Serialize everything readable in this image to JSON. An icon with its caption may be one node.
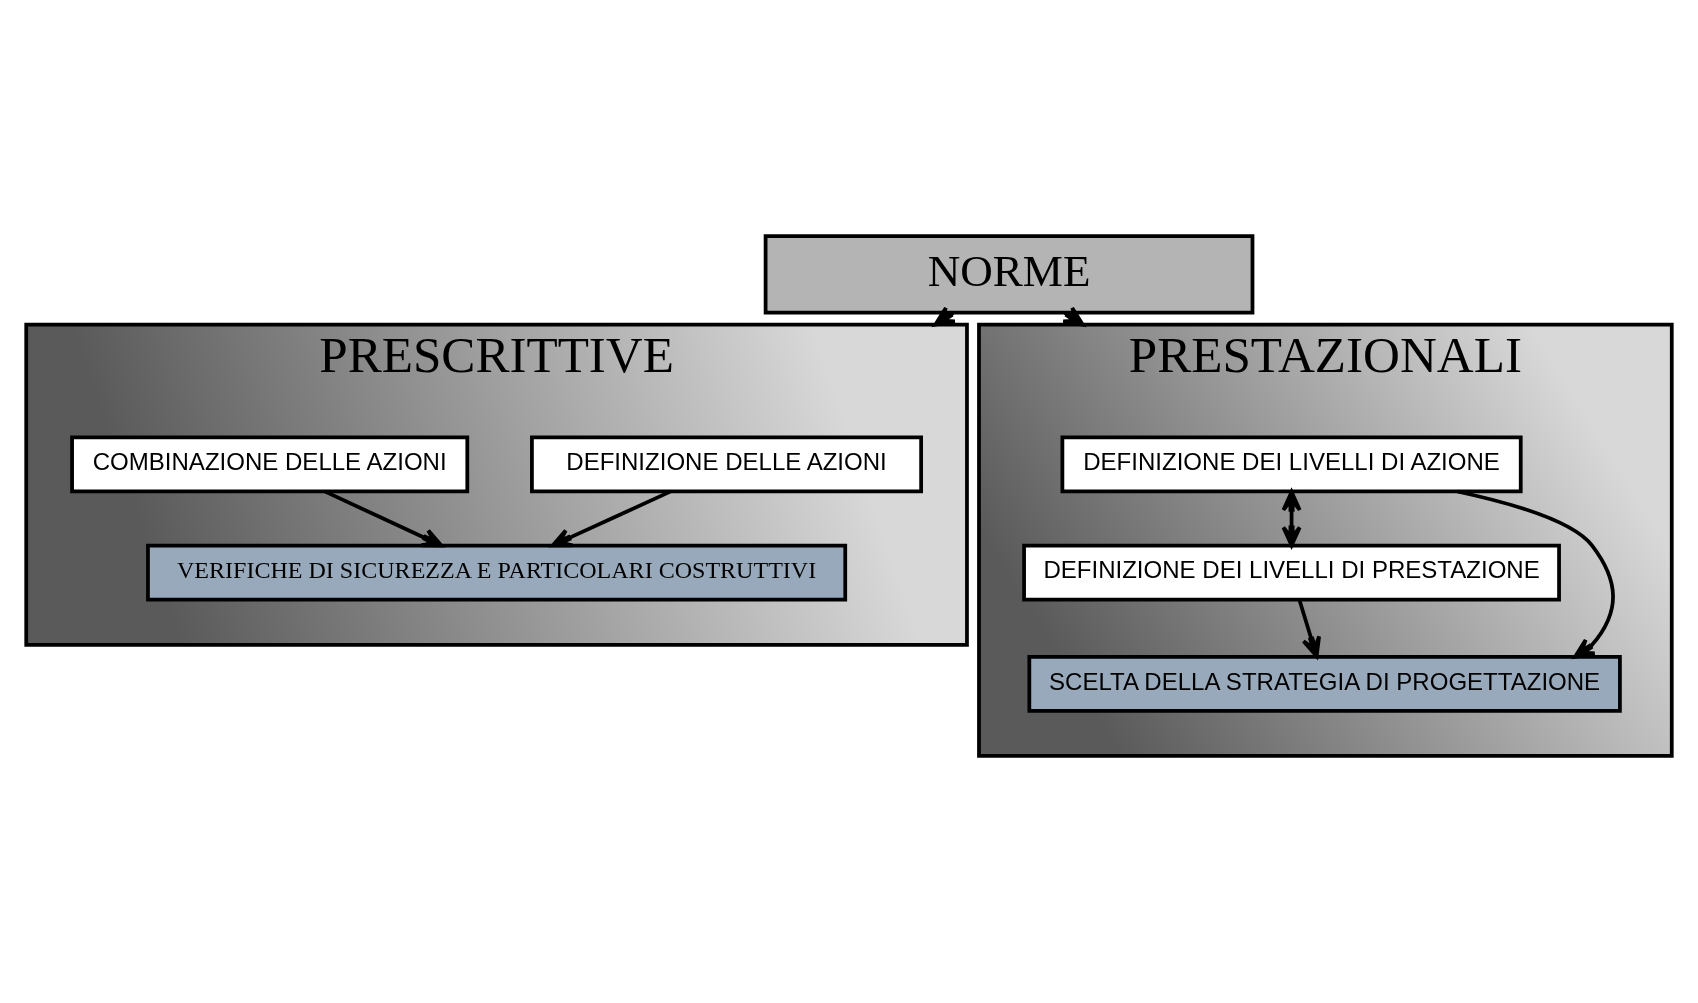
{
  "diagram": {
    "nodes": [
      {
        "text": [
          "NORME"
        ]
      },
      {
        "text": [
          "PRESCRITTIVE"
        ]
      },
      {
        "text": [
          "DEFINIZIONE DELLE AZIONI"
        ],
        "in": 1
      },
      {
        "text": [
          "COMBINAZIONE DELLE AZIONI"
        ],
        "in": 1
      },
      {
        "text": [
          "VERIFICHE DI SICUREZZA E PARTICOLARI COSTRUTTIVI"
        ],
        "in": 1
      },
      {
        "text": [
          "PRESTAZIONALI"
        ]
      },
      {
        "text": [
          "DEFINIZIONE DEI LIVELLI DI AZIONE"
        ],
        "in": 5
      },
      {
        "text": [
          "DEFINIZIONE DEI LIVELLI DI PRESTAZIONE"
        ],
        "in": 5
      },
      {
        "text": [
          "SCELTA DELLA STRATEGIA DI PROGETTAZIONE"
        ],
        "in": 5
      }
    ],
    "edges": [
      {
        "from": 0,
        "to": 1,
        "arrow": "to"
      },
      {
        "from": 0,
        "to": 5,
        "arrow": "to"
      },
      {
        "from": 2,
        "to": 4,
        "arrow": "to"
      },
      {
        "from": 3,
        "to": 4,
        "arrow": "to"
      },
      {
        "from": 6,
        "to": 7,
        "arrow": "both"
      },
      {
        "from": 7,
        "to": 8,
        "arrow": "to"
      },
      {
        "from": 6,
        "to": 8,
        "arrow": "to"
      }
    ]
  }
}
